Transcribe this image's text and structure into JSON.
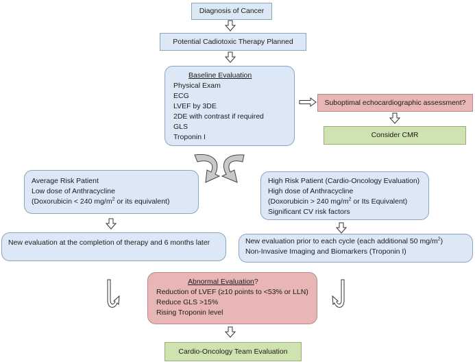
{
  "nodes": {
    "diagnosis": "Diagnosis of Cancer",
    "therapy": "Potential Cadiotoxic Therapy Planned",
    "baseline": {
      "title": "Baseline Evaluation",
      "items": [
        "Physical Exam",
        "ECG",
        "LVEF by 3DE",
        "2DE with contrast if required",
        "GLS",
        "Troponin I"
      ]
    },
    "suboptimal": "Suboptimal echocardiographic assessment?",
    "cmr": "Consider CMR",
    "average_risk": {
      "line1": "Average Risk Patient",
      "line2": "Low dose of Anthracycline",
      "line3_pre": "(Doxorubicin < 240 mg/m",
      "line3_sup": "2",
      "line3_post": " or its equivalent)"
    },
    "high_risk": {
      "line1": "High Risk Patient (Cardio-Oncology Evaluation)",
      "line2": "High dose of Anthracycline",
      "line3_pre": "(Doxorubicin > 240 mg/m",
      "line3_sup": "2",
      "line3_post": " or Its Equivalent)",
      "line4": "Significant CV risk factors"
    },
    "new_eval_low": "New evaluation at the completion of therapy and 6 months later",
    "new_eval_high": {
      "line1_pre": "New evaluation prior to each cycle (each additional 50 mg/m",
      "line1_sup": "2",
      "line1_post": ")",
      "line2": "Non-Invasive Imaging and Biomarkers (Troponin I)"
    },
    "abnormal": {
      "title": "Abnormal Evaluation",
      "title_suffix": "?",
      "items": [
        "Reduction of LVEF (≥10 points to <53% or LLN)",
        "Reduce GLS >15%",
        "Rising Troponin level"
      ]
    },
    "team": "Cardio-Oncology Team Evaluation"
  }
}
